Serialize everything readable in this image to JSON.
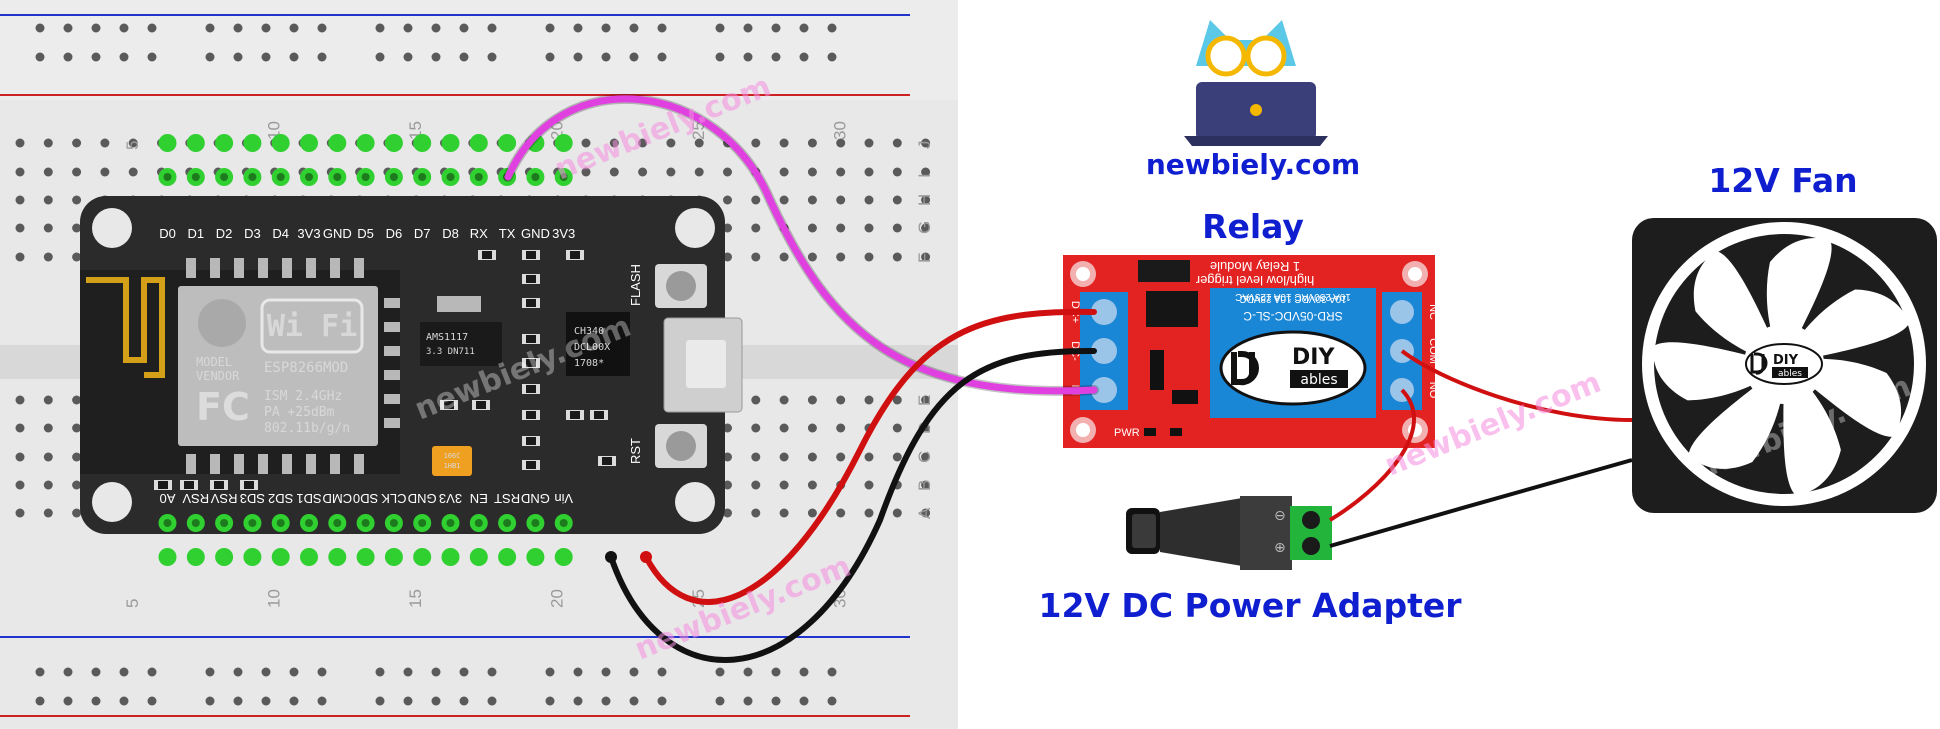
{
  "labels": {
    "relay": "Relay",
    "fan": "12V Fan",
    "adapter": "12V DC Power Adapter",
    "site": "newbiely.com"
  },
  "watermark": "newbiely.com",
  "breadboard": {
    "column_numbers": [
      "5",
      "10",
      "15",
      "20",
      "25",
      "30"
    ],
    "row_letters": [
      "J",
      "I",
      "H",
      "G",
      "F",
      "E",
      "D",
      "C",
      "B",
      "A"
    ]
  },
  "esp8266": {
    "top_pins": [
      "D0",
      "D1",
      "D2",
      "D3",
      "D4",
      "3V3",
      "GND",
      "D5",
      "D6",
      "D7",
      "D8",
      "RX",
      "TX",
      "GND",
      "3V3"
    ],
    "bottom_pins": [
      "A0",
      "RSV",
      "RSV",
      "SD3",
      "SD2",
      "SD1",
      "CMD",
      "SD0",
      "CLK",
      "GND",
      "3V3",
      "EN",
      "RST",
      "GND",
      "Vin"
    ],
    "module_logo": "Wi Fi",
    "module_model": "MODEL",
    "module_vendor": "VENDOR",
    "module_name": "ESP8266MOD",
    "module_fc": "FC",
    "module_ism": "ISM 2.4GHz",
    "module_pa": "PA  +25dBm",
    "module_std": "802.11b/g/n",
    "regulator": "AMS1117",
    "regulator_sub": "3.3  DN711",
    "usb_chip_a": "CH340",
    "usb_chip_b": "DCL00X",
    "usb_chip_c": "1708*",
    "button_flash": "FLASH",
    "button_rst": "RST",
    "cap_a": "106C",
    "cap_b": "1HB1"
  },
  "relay_module": {
    "title": "1 Relay Module",
    "subtitle": "high/low level trigger",
    "relay_model": "SRD-05VDC-SL-C",
    "rating_1": "10A 250VAC  10A 125VAC",
    "rating_2": "10A  30VDC  10A  28VDC",
    "brand_top": "DIY",
    "brand_bottom": "ables",
    "pins_left": [
      "DC+",
      "DC-",
      "IN"
    ],
    "pins_right": [
      "NC",
      "COM",
      "NO"
    ],
    "pwr": "PWR"
  },
  "fan": {
    "brand_top": "DIY",
    "brand_bottom": "ables"
  },
  "colors": {
    "label_blue": "#0f1fd0",
    "wire_magenta": "#e040e0",
    "wire_red": "#d01010",
    "wire_black": "#111111",
    "board_black": "#2b2b2b",
    "relay_red": "#e32222",
    "relay_blue": "#1a86d6",
    "pin_green": "#30d030"
  }
}
